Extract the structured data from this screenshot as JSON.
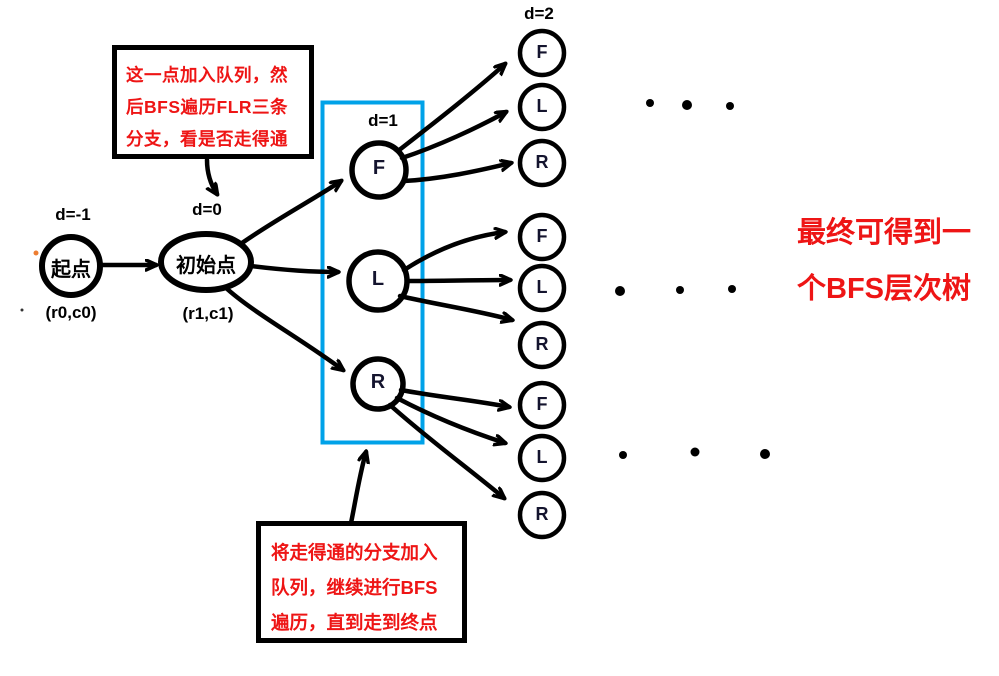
{
  "colors": {
    "ink": "#000000",
    "annotation_red": "#ee1515",
    "frontier_blue": "#00a2e8",
    "letter_ink": "#14142e",
    "stray_orange": "#ed7d31"
  },
  "labels": {
    "start_depth": "d=-1",
    "start": "起点",
    "start_coord": "(r0,c0)",
    "initial_depth": "d=0",
    "initial": "初始点",
    "initial_coord": "(r1,c1)",
    "level1_depth": "d=1",
    "level2_depth": "d=2"
  },
  "level1": [
    {
      "label": "F"
    },
    {
      "label": "L"
    },
    {
      "label": "R"
    }
  ],
  "level2": [
    {
      "parent": "F",
      "children": [
        "F",
        "L",
        "R"
      ]
    },
    {
      "parent": "L",
      "children": [
        "F",
        "L",
        "R"
      ]
    },
    {
      "parent": "R",
      "children": [
        "F",
        "L",
        "R"
      ]
    }
  ],
  "annotations": {
    "top_box": [
      "这一点加入队列，然",
      "后BFS遍历FLR三条",
      "分支，看是否走得通"
    ],
    "bottom_box": [
      "将走得通的分支加入",
      "队列，继续进行BFS",
      "遍历，直到走到终点"
    ],
    "right_note": [
      "最终可得到一",
      "个BFS层次树"
    ]
  }
}
